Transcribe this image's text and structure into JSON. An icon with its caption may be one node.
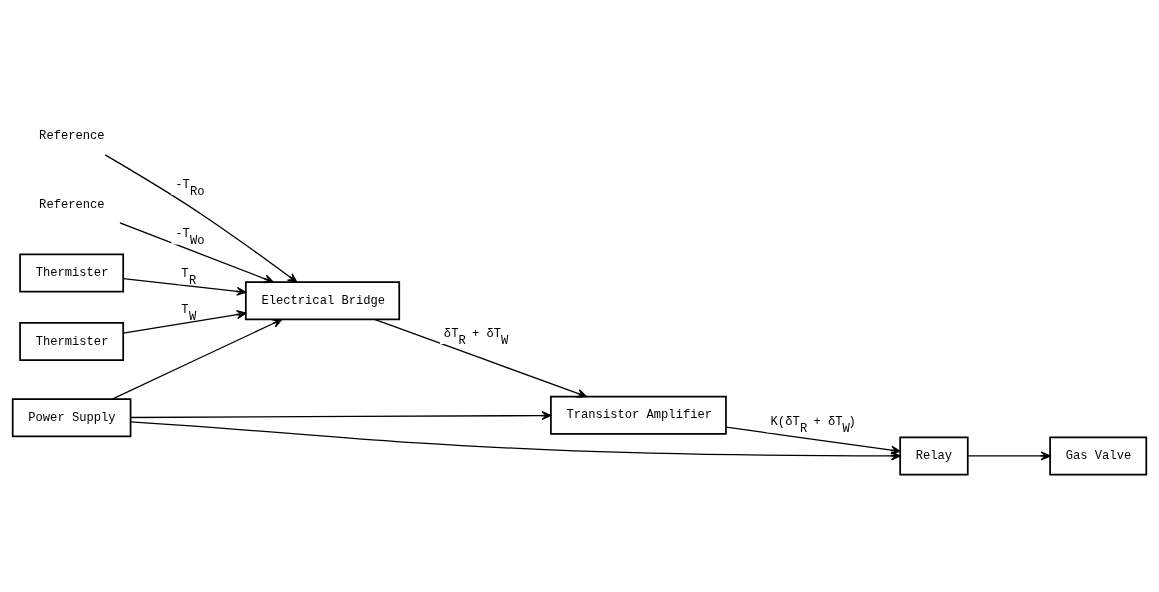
{
  "diagram": {
    "nodes": [
      {
        "text": [
          "Power Supply"
        ]
      },
      {
        "text": [
          "Thermister"
        ]
      },
      {
        "text": [
          "Thermister"
        ]
      },
      {
        "text": [
          "Electrical Bridge"
        ]
      },
      {
        "text": [
          "Transistor Amplifier"
        ]
      },
      {
        "text": [
          "Relay"
        ]
      },
      {
        "text": [
          "Gas Valve"
        ]
      },
      {
        "text": [
          "Reference"
        ]
      },
      {
        "text": [
          "Reference"
        ]
      }
    ],
    "edges": [
      {
        "from": 0,
        "to": 3,
        "arrow": "to"
      },
      {
        "from": 0,
        "to": 4,
        "arrow": "to"
      },
      {
        "from": 0,
        "to": 5,
        "arrow": "to"
      },
      {
        "from": 1,
        "to": 3,
        "arrow": "to",
        "label": "T$_{R}$"
      },
      {
        "from": 2,
        "to": 3,
        "arrow": "to",
        "label": "T$_{W}$"
      },
      {
        "from": 3,
        "to": 4,
        "arrow": "to",
        "label": "δT$_{R}$ + δT$_{W}$"
      },
      {
        "from": 4,
        "to": 5,
        "arrow": "to",
        "label": "K(δT$_{R}$ + δT$_{W}$)"
      },
      {
        "from": 5,
        "to": 6,
        "arrow": "to"
      },
      {
        "from": 7,
        "to": 3,
        "arrow": "to",
        "label": "-T$_{Ro}$"
      },
      {
        "from": 8,
        "to": 3,
        "arrow": "to",
        "label": "-T$_{Wo}$"
      }
    ]
  }
}
